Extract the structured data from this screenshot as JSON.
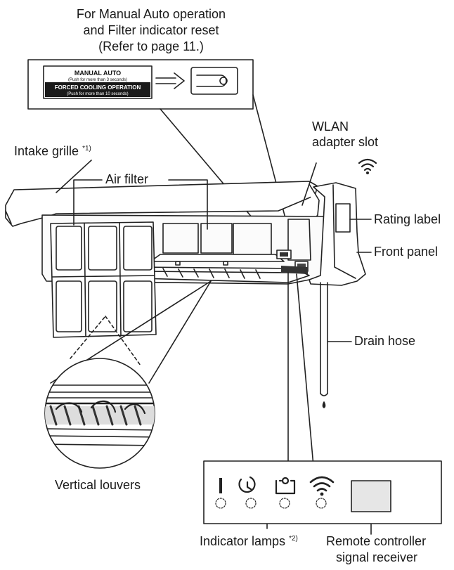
{
  "callout_top": {
    "line1": "For Manual Auto operation",
    "line2": "and Filter indicator reset",
    "line3": "(Refer to page 11.)"
  },
  "button_label": {
    "manual_auto": "MANUAL AUTO",
    "manual_auto_hint": "(Push for more than 3 seconds)",
    "forced_cooling": "FORCED COOLING OPERATION",
    "forced_cooling_hint": "(Push for more than 10 seconds)"
  },
  "labels": {
    "intake_grille": "Intake grille",
    "intake_grille_note": "*1)",
    "air_filter": "Air filter",
    "wlan_line1": "WLAN",
    "wlan_line2": "adapter slot",
    "rating_label": "Rating label",
    "front_panel": "Front panel",
    "drain_hose": "Drain hose",
    "vertical_louvers": "Vertical louvers",
    "indicator_lamps": "Indicator lamps",
    "indicator_lamps_note": "*2)",
    "remote_receiver_line1": "Remote controller",
    "remote_receiver_line2": "signal receiver"
  },
  "icons": [
    "power-indicator-icon",
    "timer-icon",
    "filter-icon",
    "wifi-icon"
  ]
}
